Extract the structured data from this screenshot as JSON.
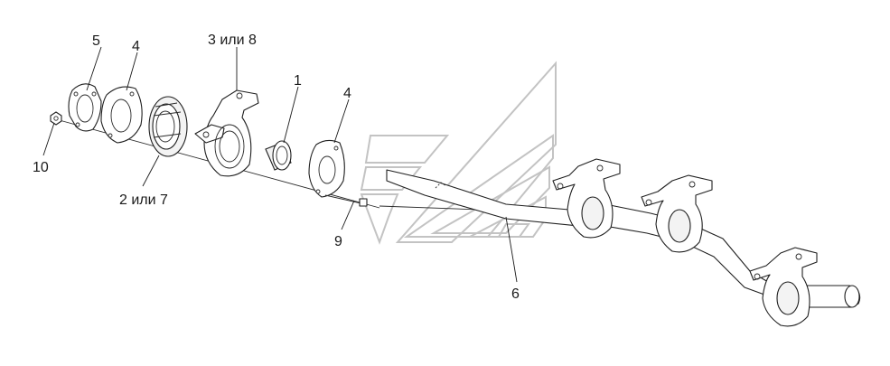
{
  "callouts": {
    "c1": "1",
    "c2_7": "2 или 7",
    "c3_8": "3 или 8",
    "c4a": "4",
    "c4b": "4",
    "c5": "5",
    "c6": "6",
    "c9": "9",
    "c10": "10"
  },
  "colors": {
    "line": "#1f1f1f",
    "watermark": "#bdbdbd",
    "background": "#ffffff"
  }
}
